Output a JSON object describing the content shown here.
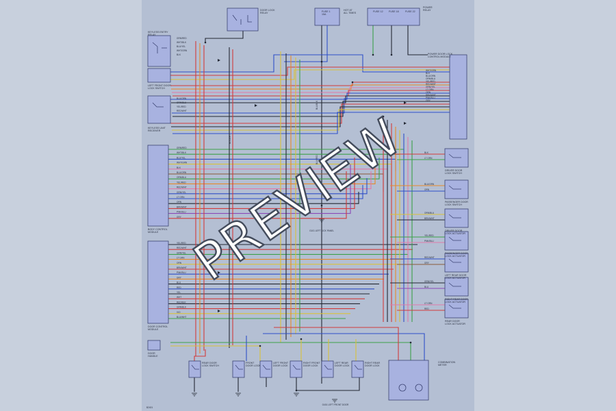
{
  "watermark": "PREVIEW",
  "page_number": "B2401",
  "vertical_bus_labels": [
    "BLU/BLK",
    "BLU/RED",
    "BLK/WHT"
  ],
  "ground_label": "G101 LEFT KICK PANEL",
  "ground_label_bottom": "G401 LEFT FRONT DOOR",
  "top_components": [
    {
      "id": "relay1",
      "lines": [
        "DOOR LOCK",
        "RELAY"
      ]
    },
    {
      "id": "fuse1",
      "lines": [
        "FUSE 1",
        "15A"
      ]
    },
    {
      "id": "fuse23",
      "lines": [
        "FUSE 12",
        "FUSE 18",
        "FUSE 22"
      ]
    },
    {
      "id": "relay2",
      "lines": [
        "POWER",
        "RELAY"
      ]
    }
  ],
  "left_components": [
    {
      "id": "remote-relay",
      "lines": [
        "KEYLESS ENTRY",
        "RELAY"
      ]
    },
    {
      "id": "left-door-lock",
      "lines": [
        "LEFT FRONT DOOR",
        "LOCK SWITCH"
      ]
    },
    {
      "id": "remote-unit",
      "lines": [
        "KEYLESS UNIT",
        "RECEIVER"
      ]
    },
    {
      "id": "control-module",
      "lines": [
        "BODY CONTROL",
        "MODULE"
      ]
    },
    {
      "id": "door-module",
      "lines": [
        "DOOR CONTROL",
        "MODULE"
      ]
    },
    {
      "id": "door-handle",
      "lines": [
        "DOOR",
        "HANDLE"
      ]
    }
  ],
  "right_components": [
    {
      "id": "main-module",
      "lines": [
        "POWER DOOR LOCK",
        "CONTROL MODULE"
      ]
    },
    {
      "id": "sw-a",
      "lines": [
        "DRIVER DOOR",
        "LOCK SWITCH"
      ]
    },
    {
      "id": "sw-b",
      "lines": [
        "PASSENGER DOOR",
        "LOCK SWITCH"
      ]
    },
    {
      "id": "act-a",
      "lines": [
        "DRIVER DOOR",
        "LOCK ACTUATOR"
      ]
    },
    {
      "id": "act-b",
      "lines": [
        "PASSENGER DOOR",
        "LOCK ACTUATOR"
      ]
    },
    {
      "id": "act-c",
      "lines": [
        "LEFT REAR DOOR",
        "LOCK ACTUATOR"
      ]
    },
    {
      "id": "act-d",
      "lines": [
        "RIGHT REAR DOOR",
        "LOCK ACTUATOR"
      ]
    },
    {
      "id": "act-e",
      "lines": [
        "REAR DOOR",
        "LOCK ACTUATOR"
      ]
    }
  ],
  "bottom_components": [
    {
      "id": "b1",
      "lines": [
        "REAR DOOR",
        "LOCK SWITCH"
      ]
    },
    {
      "id": "b2",
      "lines": [
        "FRONT",
        "DOOR LOCK"
      ]
    },
    {
      "id": "b3",
      "lines": [
        "LEFT FRONT",
        "DOOR LOCK"
      ]
    },
    {
      "id": "b4",
      "lines": [
        "RIGHT FRONT",
        "DOOR LOCK"
      ]
    },
    {
      "id": "b5",
      "lines": [
        "LEFT REAR",
        "DOOR LOCK"
      ]
    },
    {
      "id": "b6",
      "lines": [
        "RIGHT REAR",
        "DOOR LOCK"
      ]
    },
    {
      "id": "b7",
      "lines": [
        "COMBINATION",
        "METER"
      ]
    }
  ],
  "wire_labels": [
    "GRN/RED",
    "WHT/BLK",
    "BLU/YEL",
    "WHT/GRN",
    "BLK",
    "BLU/ORN",
    "ORN/BLU",
    "YEL/RED",
    "RED/WHT",
    "GRN/YEL",
    "LT GRN",
    "ORN",
    "BRN/WHT",
    "PNK/BLU",
    "GRY",
    "BLU",
    "RED",
    "YEL",
    "WHT",
    "RED/BLK",
    "GRN/BLK",
    "VIO",
    "BLU/WHT"
  ],
  "wire_colors": {
    "red": "#d23b3b",
    "orange": "#e7892a",
    "yellow": "#d9c23a",
    "green": "#3ca04a",
    "blue": "#2e4fc8",
    "black": "#222733",
    "brown": "#8a5a3a",
    "pink": "#e07aa8",
    "violet": "#8a4ab8"
  },
  "component_fill": "#a8b2e0",
  "component_stroke": "#3b4373"
}
